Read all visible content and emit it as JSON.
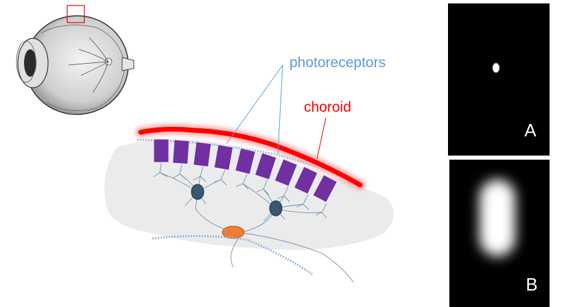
{
  "labels": {
    "photoreceptors": "photoreceptors",
    "choroid": "choroid",
    "panel_a": "A",
    "panel_b": "B"
  },
  "colors": {
    "photoreceptor_label": "#5b9bd5",
    "choroid_label": "#ff0000",
    "choroid_band": "#ff0000",
    "photoreceptor_cell": "#7030a0",
    "neuron_cell": "#2f4f6f",
    "ganglion_cell": "#ed7d31",
    "tissue": "#ebebeb",
    "panel_bg": "#000000",
    "panel_text": "#ffffff"
  }
}
